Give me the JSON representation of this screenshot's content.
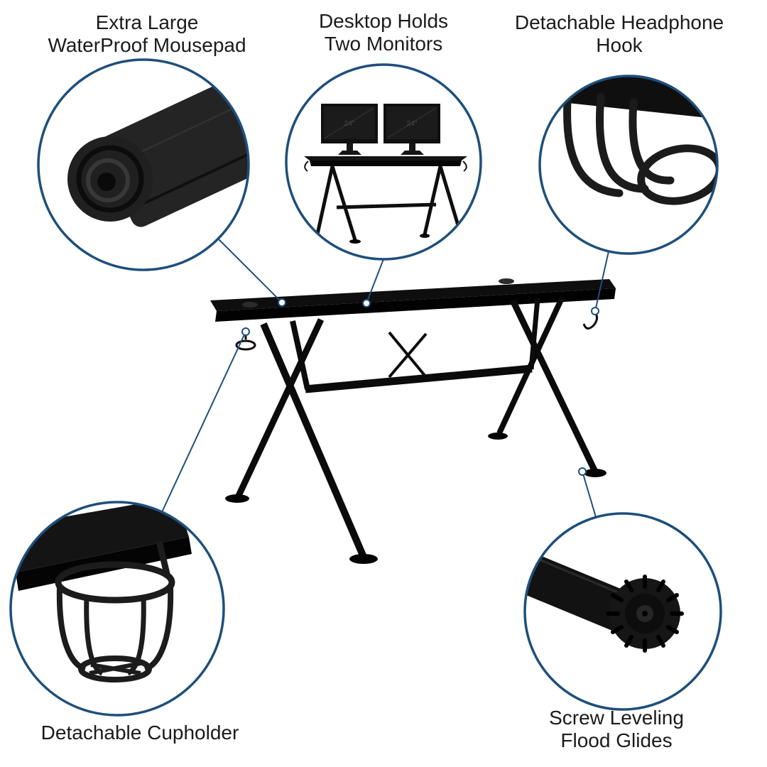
{
  "colors": {
    "accent_blue": "#1e4f7b",
    "text": "#1b1b1b",
    "product_black": "#141414",
    "background": "#ffffff"
  },
  "callouts": {
    "mousepad": {
      "label_line1": "Extra Large",
      "label_line2": "WaterProof Mousepad"
    },
    "monitors": {
      "label_line1": "Desktop Holds",
      "label_line2": "Two Monitors"
    },
    "headphone_hook": {
      "label_line1": "Detachable Headphone",
      "label_line2": "Hook"
    },
    "cupholder": {
      "label_line1": "Detachable Cupholder"
    },
    "floor_glides": {
      "label_line1": "Screw Leveling",
      "label_line2": "Flood Glides"
    }
  },
  "monitor_badge": "24\""
}
